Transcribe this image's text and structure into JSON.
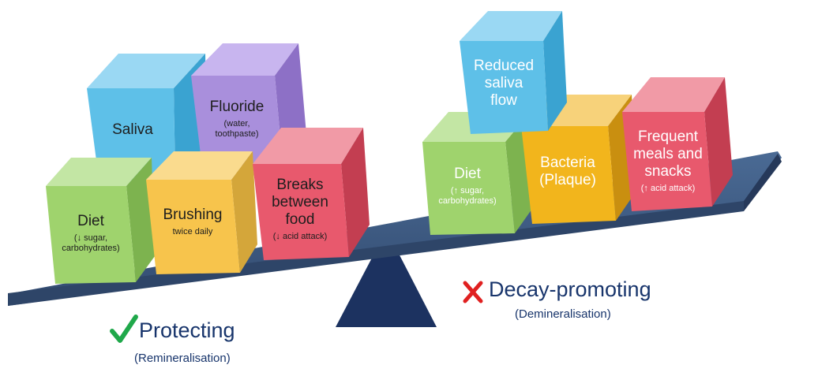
{
  "protecting": {
    "symbol": "✓",
    "title": "Protecting",
    "subtitle": "(Remineralisation)",
    "symbol_color": "#1fa84a",
    "blocks": [
      {
        "title": "Saliva",
        "sub": "",
        "color": "#5ec0e8"
      },
      {
        "title": "Fluoride",
        "sub": "(water, toothpaste)",
        "color": "#a98fdc"
      },
      {
        "title": "Diet",
        "sub": "(↓ sugar, carbohydrates)",
        "color": "#9fd36d"
      },
      {
        "title": "Brushing",
        "sub": "twice daily",
        "color": "#f7c44c"
      },
      {
        "title": "Breaks between food",
        "sub": "(↓ acid attack)",
        "color": "#e8596d"
      }
    ]
  },
  "decay": {
    "symbol": "✕",
    "title": "Decay-promoting",
    "subtitle": "(Demineralisation)",
    "symbol_color": "#e02020",
    "blocks": [
      {
        "title": "Reduced saliva flow",
        "sub": "",
        "color": "#5ec0e8"
      },
      {
        "title": "Diet",
        "sub": "(↑ sugar, carbohydrates)",
        "color": "#9fd36d"
      },
      {
        "title": "Bacteria (Plaque)",
        "sub": "",
        "color": "#f2b51c"
      },
      {
        "title": "Frequent meals and snacks",
        "sub": "(↑ acid attack)",
        "color": "#e8596d"
      }
    ]
  },
  "colors": {
    "beam": "#3f5a80",
    "fulcrum": "#1c3260",
    "text_dark": "#17346b"
  }
}
